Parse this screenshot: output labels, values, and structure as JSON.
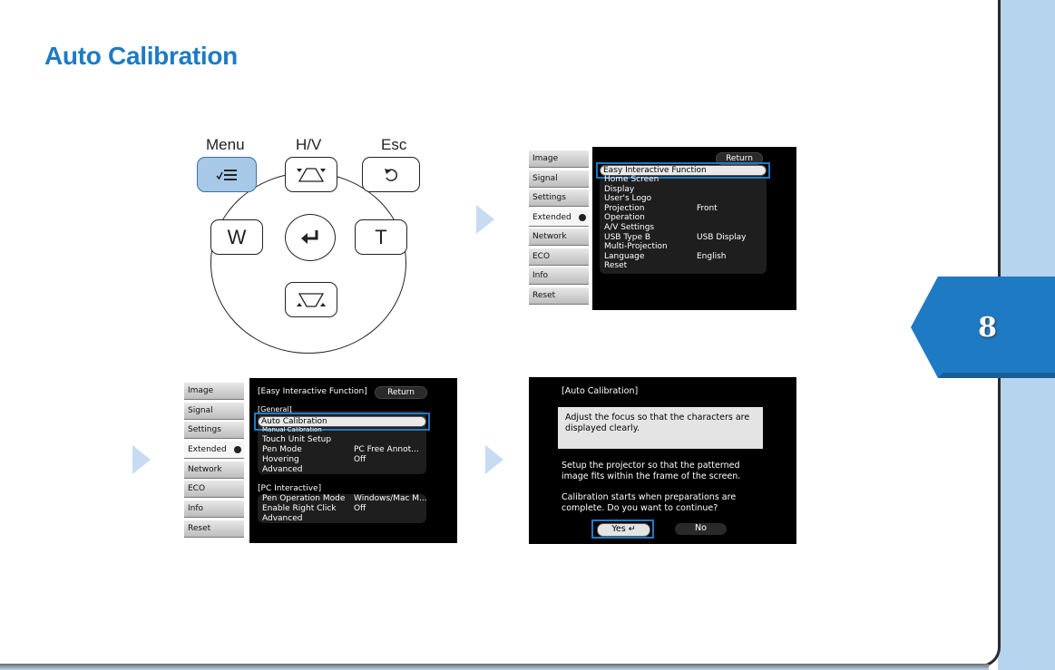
{
  "page": {
    "title": "Auto Calibration",
    "chapter_tab": "8"
  },
  "keypad": {
    "labels": {
      "menu": "Menu",
      "hv": "H/V",
      "esc": "Esc"
    },
    "keys": {
      "w": "W",
      "t": "T"
    }
  },
  "colors": {
    "accent": "#1f7ac4",
    "sidebar": "#b7d4ee",
    "tab": "#1f7ac4"
  },
  "side_menu": [
    "Image",
    "Signal",
    "Settings",
    "Extended",
    "Network",
    "ECO",
    "Info",
    "Reset"
  ],
  "screen1": {
    "return_label": "Return",
    "rows": [
      {
        "label": "Easy Interactive Function",
        "value": ""
      },
      {
        "label": "Home Screen",
        "value": ""
      },
      {
        "label": "Display",
        "value": ""
      },
      {
        "label": "User's Logo",
        "value": ""
      },
      {
        "label": "Projection",
        "value": "Front"
      },
      {
        "label": "Operation",
        "value": ""
      },
      {
        "label": "A/V Settings",
        "value": ""
      },
      {
        "label": "USB Type B",
        "value": "USB Display"
      },
      {
        "label": "Multi-Projection",
        "value": ""
      },
      {
        "label": "Language",
        "value": "English"
      },
      {
        "label": "Reset",
        "value": ""
      }
    ]
  },
  "screen2": {
    "header": "[Easy Interactive Function]",
    "return_label": "Return",
    "group1": "[General]",
    "rows1": [
      {
        "label": "Auto Calibration",
        "value": ""
      },
      {
        "label": "Manual Calibration",
        "value": ""
      },
      {
        "label": "Touch Unit Setup",
        "value": ""
      },
      {
        "label": "Pen Mode",
        "value": "PC Free Annot..."
      },
      {
        "label": "Hovering",
        "value": "Off"
      },
      {
        "label": "Advanced",
        "value": ""
      }
    ],
    "group2": "[PC Interactive]",
    "rows2": [
      {
        "label": "Pen Operation Mode",
        "value": "Windows/Mac M..."
      },
      {
        "label": "Enable Right Click",
        "value": "Off"
      },
      {
        "label": "Advanced",
        "value": ""
      }
    ]
  },
  "screen3": {
    "title": "[Auto Calibration]",
    "box_text": "Adjust the focus so that the characters are displayed clearly.",
    "text1": "Setup the projector so that the patterned image fits within the frame of the screen.",
    "text2": "Calibration starts when preparations are complete. Do you want to continue?",
    "yes": "Yes",
    "no": "No"
  }
}
